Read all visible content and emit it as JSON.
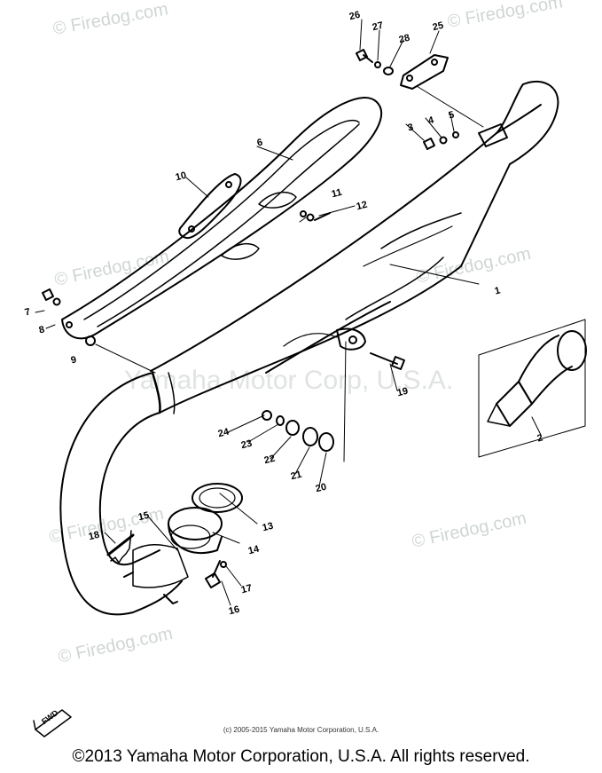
{
  "watermarks": {
    "small": "© Firedog.com",
    "center": "Yamaha Motor Corp, U.S.A."
  },
  "callouts": [
    "1",
    "2",
    "3",
    "4",
    "5",
    "6",
    "7",
    "8",
    "9",
    "10",
    "11",
    "12",
    "13",
    "14",
    "15",
    "16",
    "17",
    "18",
    "19",
    "20",
    "21",
    "22",
    "23",
    "24",
    "25",
    "26",
    "27",
    "28"
  ],
  "direction_label": "FWD",
  "footer": {
    "small_copyright": "(c) 2005-2015 Yamaha Motor Corporation, U.S.A.",
    "copyright": "©2013 Yamaha Motor Corporation, U.S.A. All rights reserved."
  }
}
